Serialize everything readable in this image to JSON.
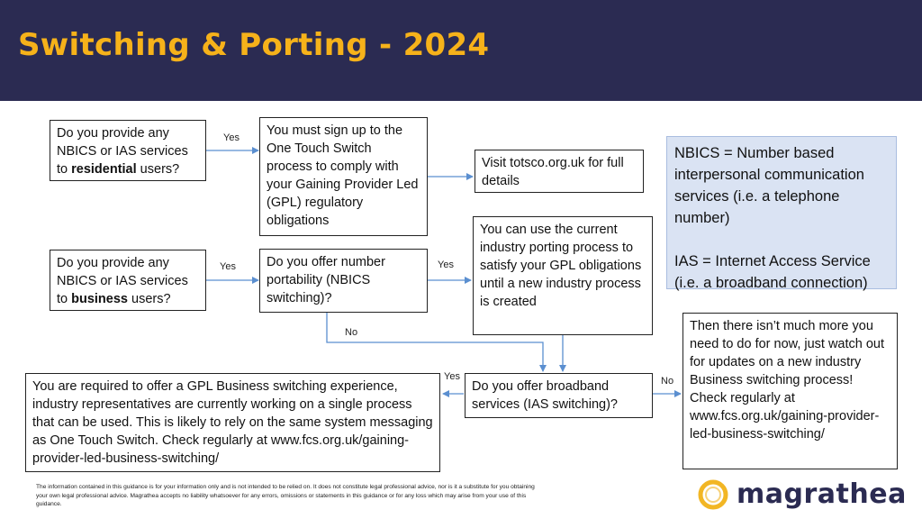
{
  "header": {
    "title": "Switching & Porting - 2024"
  },
  "boxes": {
    "q_residential": {
      "pre": "Do you provide any NBICS or IAS services to ",
      "bold": "residential",
      "post": " users?"
    },
    "one_touch": {
      "text": "You must sign up to the One Touch Switch process to comply with your Gaining Provider Led (GPL) regulatory obligations"
    },
    "visit_totsco": {
      "text": "Visit totsco.org.uk for full details"
    },
    "q_business": {
      "pre": "Do you provide any NBICS or IAS services to ",
      "bold": "business",
      "post": " users?"
    },
    "q_number_portability": {
      "text": "Do you offer number portability (NBICS switching)?"
    },
    "current_process": {
      "text": "You can use the current industry porting process to satisfy your GPL obligations until a new industry process is created"
    },
    "q_broadband": {
      "text": "Do you offer broadband services (IAS switching)?"
    },
    "required_gpl": {
      "text": "You are required to offer a GPL Business switching experience, industry representatives are currently working on a single process that can be used. This is likely to rely on the same system messaging as One Touch Switch. Check regularly at www.fcs.org.uk/gaining-provider-led-business-switching/"
    },
    "not_much_more": {
      "text": "Then there isn’t much more you need to do for now, just watch out for updates on a new industry Business switching process!    Check regularly at www.fcs.org.uk/gaining-provider-led-business-switching/"
    }
  },
  "legend": {
    "nbics": "NBICS = Number based interpersonal communication services (i.e. a telephone number)",
    "ias": "IAS = Internet Access Service (i.e. a broadband connection)"
  },
  "labels": {
    "yes1": "Yes",
    "yes2": "Yes",
    "yes3": "Yes",
    "yes4": "Yes",
    "no1": "No",
    "no2": "No"
  },
  "footer": {
    "disclaimer": "The information contained in this guidance is for your information only and is not intended to be relied on. It does not constitute legal professional advice, nor is it a substitute for you obtaining your own legal professional advice. Magrathea accepts no liability whatsoever for any errors, omissions or statements in this guidance or for any loss which may arise from your use of this guidance.",
    "brand": "magrathea"
  },
  "colors": {
    "header_bg": "#2b2b52",
    "title": "#f6b21a",
    "arrow": "#5b8fd0",
    "legend_bg": "#dae3f3",
    "logo_ring": "#f2b624"
  }
}
